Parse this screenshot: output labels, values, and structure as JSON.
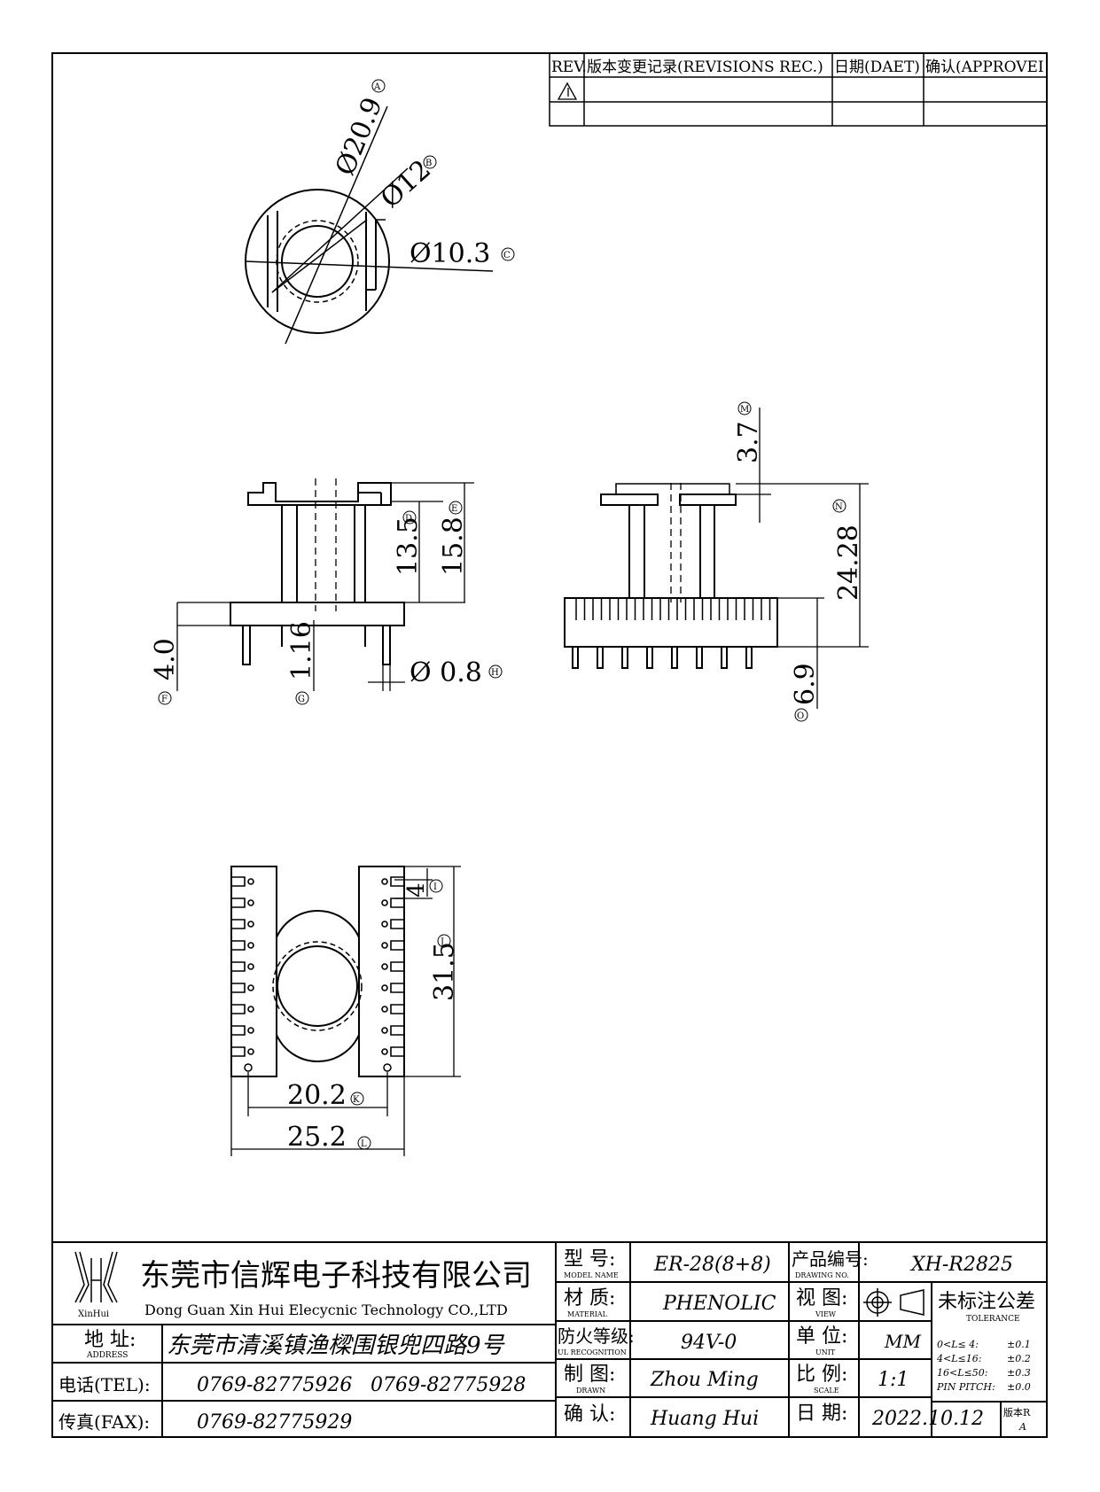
{
  "revision_table": {
    "headers": {
      "rev": "REV.",
      "record": "版本变更记录(REVISIONS REC.)",
      "date": "日期(DAET)",
      "approve": "确认(APPROVEI"
    }
  },
  "dimensions": {
    "top_view": {
      "d_outer": "Ø20.9",
      "d_outer_mark": "A",
      "d_mid": "Ø12",
      "d_mid_mark": "B",
      "d_inner": "Ø10.3",
      "d_inner_mark": "C"
    },
    "front_view": {
      "h_inner": "13.5",
      "h_inner_mark": "D",
      "h_outer": "15.8",
      "h_outer_mark": "E",
      "base_h": "4.0",
      "base_h_mark": "F",
      "pin_gap": "1.16",
      "pin_gap_mark": "G",
      "pin_d": "Ø 0.8",
      "pin_d_mark": "H"
    },
    "side_view": {
      "flange": "3.7",
      "flange_mark": "M",
      "total_h": "24.28",
      "total_h_mark": "N",
      "pin_len": "6.9",
      "pin_len_mark": "O"
    },
    "bottom_view": {
      "pitch": "4",
      "pitch_mark": "I",
      "length": "31.5",
      "length_mark": "J",
      "pin_span": "20.2",
      "pin_span_mark": "K",
      "width": "25.2",
      "width_mark": "L"
    }
  },
  "title_block": {
    "company_cn": "东莞市信辉电子科技有限公司",
    "company_en": "Dong Guan Xin Hui Elecycnic Technology CO.,LTD",
    "logo_text": "XinHui",
    "address_label_cn": "地 址:",
    "address_label_en": "ADDRESS",
    "address": "东莞市清溪镇渔樑围银兜四路9号",
    "tel_label": "电话(TEL):",
    "tel1": "0769-82775926",
    "tel2": "0769-82775928",
    "fax_label": "传真(FAX):",
    "fax": "0769-82775929",
    "model_label_cn": "型 号:",
    "model_label_en": "MODEL NAME",
    "model": "ER-28(8+8)",
    "material_label_cn": "材 质:",
    "material_label_en": "MATERIAL",
    "material": "PHENOLIC",
    "ul_label_cn": "防火等级:",
    "ul_label_en": "UL RECOGNITION",
    "ul": "94V-0",
    "drawn_label_cn": "制 图:",
    "drawn_label_en": "DRAWN",
    "drawn": "Zhou Ming",
    "confirm_label_cn": "确 认:",
    "confirm": "Huang Hui",
    "drawing_no_label_cn": "产品编号:",
    "drawing_no_label_en": "DRAWING NO.",
    "drawing_no": "XH-R2825",
    "view_label_cn": "视 图:",
    "view_label_en": "VIEW",
    "unit_label_cn": "单 位:",
    "unit_label_en": "UNIT",
    "unit": "MM",
    "scale_label_cn": "比 例:",
    "scale_label_en": "SCALE",
    "scale": "1:1",
    "date_label_cn": "日 期:",
    "date": "2022.10.12",
    "tolerance_title_cn": "未标注公差",
    "tolerance_title_en": "TOLERANCE",
    "tolerance_rows": [
      {
        "range": "0<L≤ 4:",
        "tol": "±0.1"
      },
      {
        "range": "4<L≤16:",
        "tol": "±0.2"
      },
      {
        "range": "16<L≤50:",
        "tol": "±0.3"
      },
      {
        "range": "PIN PITCH:",
        "tol": "±0.0"
      }
    ],
    "version_label": "版本R",
    "version": "A"
  }
}
